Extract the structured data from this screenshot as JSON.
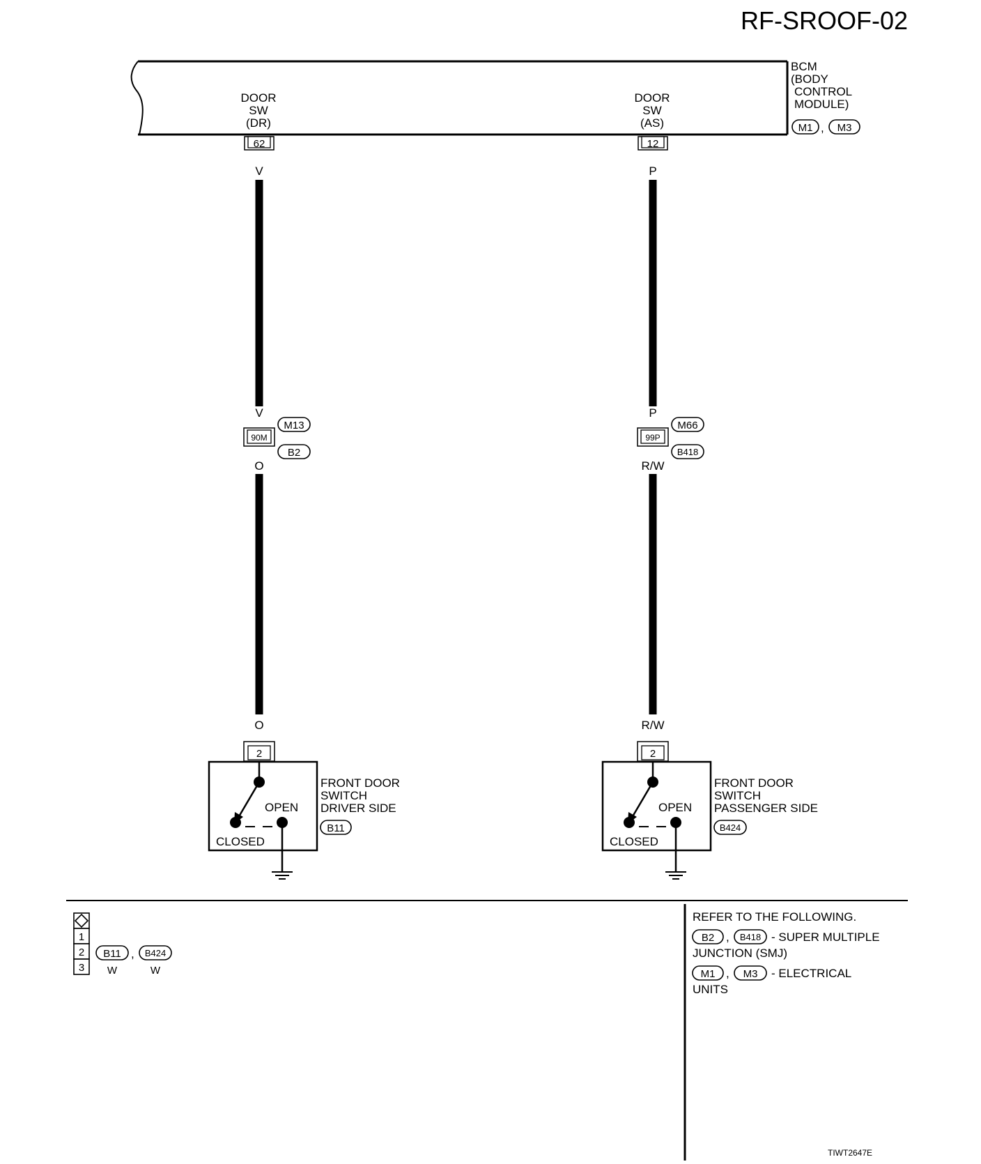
{
  "diagram_id": "RF-SROOF-02",
  "bcm": {
    "lines": [
      "BCM",
      "(BODY",
      "CONTROL",
      "MODULE)"
    ],
    "connectors": [
      "M1",
      "M3"
    ],
    "separator": ","
  },
  "bcm_terminals": [
    {
      "name_lines": [
        "DOOR",
        "SW",
        "(DR)"
      ],
      "pin": "62",
      "wire": "V"
    },
    {
      "name_lines": [
        "DOOR",
        "SW",
        "(AS)"
      ],
      "pin": "12",
      "wire": "P"
    }
  ],
  "junctions": [
    {
      "wire_top": "V",
      "pin": "90M",
      "conn_top": "M13",
      "conn_bottom": "B2",
      "wire_bottom": "O"
    },
    {
      "wire_top": "P",
      "pin": "99P",
      "conn_top": "M66",
      "conn_bottom": "B418",
      "wire_bottom": "R/W"
    }
  ],
  "switches": [
    {
      "wire": "O",
      "pin": "2",
      "open_label": "OPEN",
      "closed_label": "CLOSED",
      "name_lines": [
        "FRONT DOOR",
        "SWITCH",
        "DRIVER SIDE"
      ],
      "connector": "B11"
    },
    {
      "wire": "R/W",
      "pin": "2",
      "open_label": "OPEN",
      "closed_label": "CLOSED",
      "name_lines": [
        "FRONT DOOR",
        "SWITCH",
        "PASSENGER SIDE"
      ],
      "connector": "B424"
    }
  ],
  "connector_table": {
    "rows": [
      "1",
      "2",
      "3"
    ],
    "connectors": [
      "B11",
      "B424"
    ],
    "colors": [
      "W",
      "W"
    ],
    "separator": ","
  },
  "refer": {
    "heading": "REFER TO THE FOLLOWING.",
    "items": [
      {
        "connectors": [
          "B2",
          "B418"
        ],
        "separator": ",",
        "text_lines": [
          "- SUPER MULTIPLE",
          "JUNCTION (SMJ)"
        ]
      },
      {
        "connectors": [
          "M1",
          "M3"
        ],
        "separator": ",",
        "text_lines": [
          "- ELECTRICAL",
          "UNITS"
        ]
      }
    ]
  },
  "figure_id": "TIWT2647E"
}
